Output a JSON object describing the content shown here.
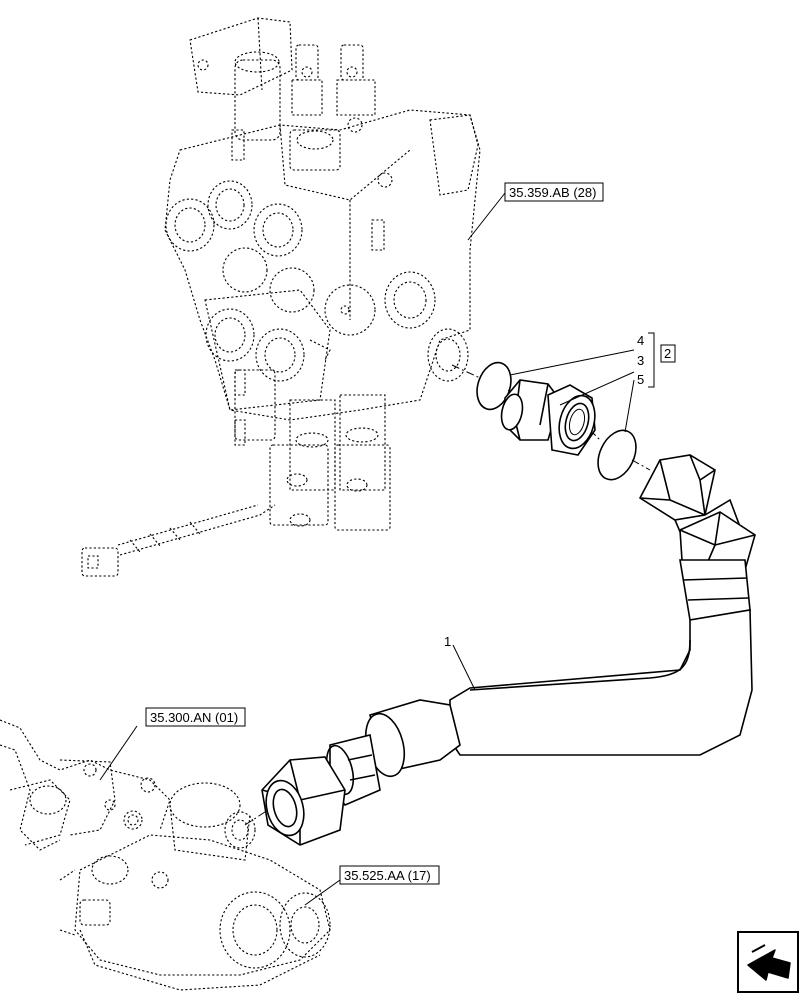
{
  "references": {
    "valve_ref": "35.359.AB (28)",
    "pump_ref": "35.300.AN (01)",
    "filter_ref": "35.525.AA (17)"
  },
  "callouts": {
    "hose": "1",
    "group": "2",
    "adapter": "3",
    "oring_a": "4",
    "oring_b": "5"
  },
  "icons": {
    "nav_icon": "next-page-arrow-icon"
  }
}
